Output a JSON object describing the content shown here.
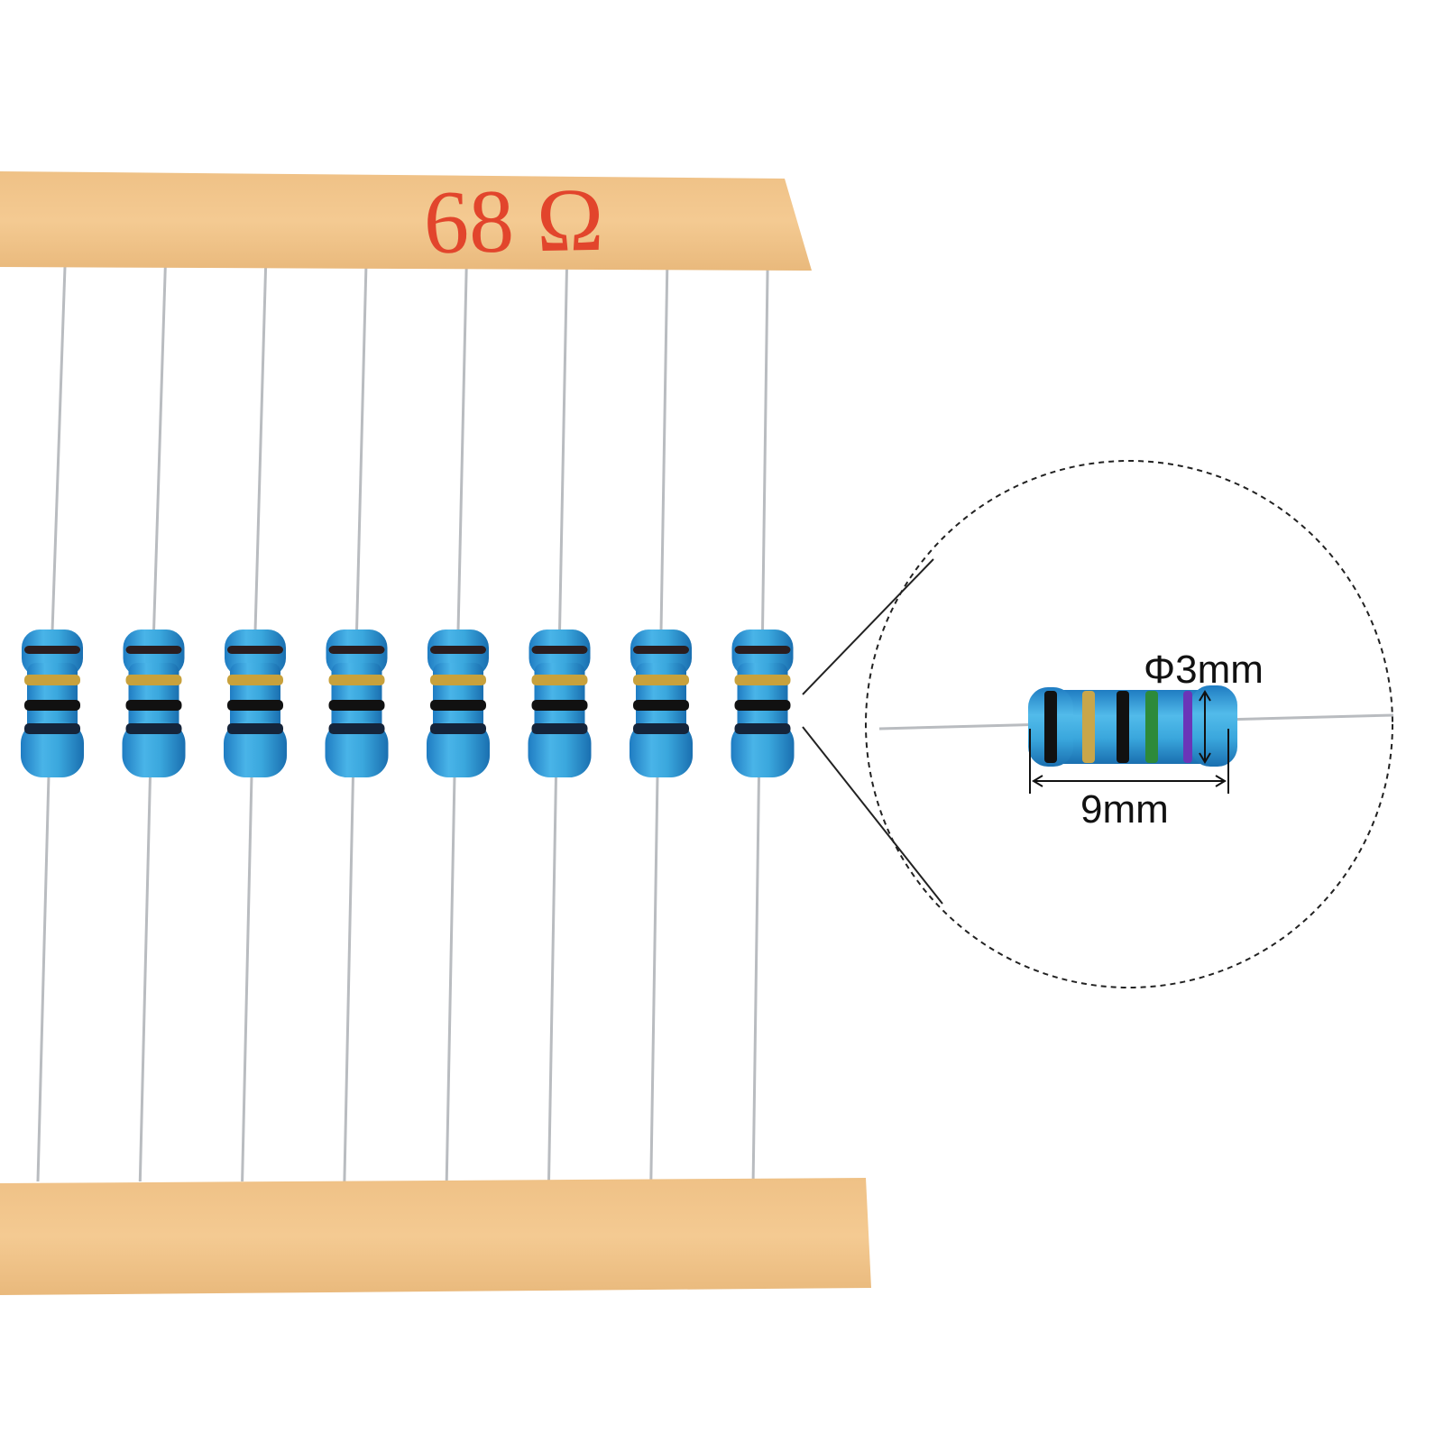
{
  "tape_label": "68 Ω",
  "resistor_count": 8,
  "band_colors": [
    "#2a1d1f",
    "#c8a13c",
    "#111111",
    "#15243a"
  ],
  "detail_band_colors": [
    "#111111",
    "#c8a64a",
    "#111111",
    "#2d8a3a",
    "#6a35b8"
  ],
  "dimensions": {
    "diameter": "Φ3mm",
    "length": "9mm"
  },
  "colors": {
    "tape": "#f2c58a",
    "body": "#3aa7dd",
    "body_shadow": "#1f7cc2",
    "lead": "#b9bcc0",
    "label": "#e2452c"
  }
}
